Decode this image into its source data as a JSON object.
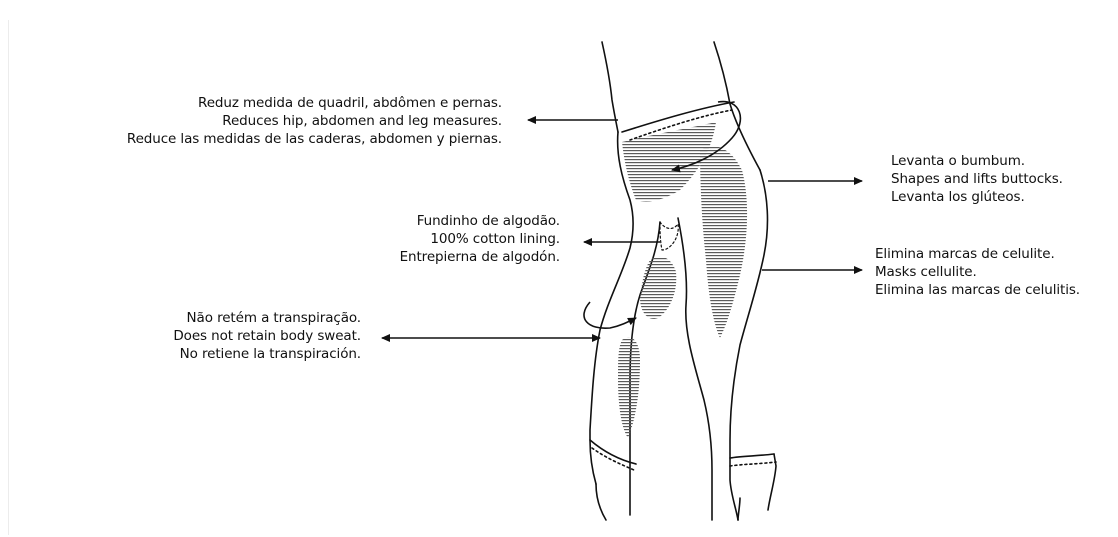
{
  "annotations": {
    "hip_reduction": {
      "pt": "Reduz medida de quadril, abdômen e pernas.",
      "en": "Reduces hip, abdomen and leg measures.",
      "es": "Reduce las medidas de las caderas, abdomen y piernas."
    },
    "cotton_lining": {
      "pt": "Fundinho de algodão.",
      "en": "100% cotton lining.",
      "es": "Entrepierna de algodón."
    },
    "sweat": {
      "pt": "Não retém a transpiração.",
      "en": "Does not retain body sweat.",
      "es": "No retiene la transpiración."
    },
    "buttocks": {
      "pt": "Levanta o bumbum.",
      "en": "Shapes and lifts buttocks.",
      "es": "Levanta los glúteos."
    },
    "cellulite": {
      "pt": "Elimina marcas de celulite.",
      "en": "Masks cellulite.",
      "es": "Elimina las marcas de celulitis."
    }
  },
  "colors": {
    "line": "#111111",
    "hatch": "#555555",
    "background": "#ffffff"
  }
}
